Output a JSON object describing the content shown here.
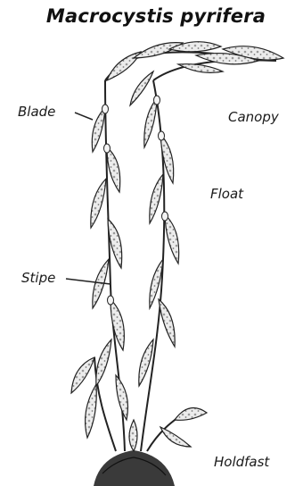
{
  "title": "Macrocystis pyrifera",
  "labels": {
    "blade": "Blade",
    "canopy": "Canopy",
    "float": "Float",
    "stipe": "Stipe",
    "holdfast": "Holdfast"
  },
  "colors": {
    "ink": "#1a1a1a",
    "blade_fill": "#e9e9e9",
    "blade_mottle": "#9a9a9a",
    "holdfast": "#3a3a3a"
  }
}
